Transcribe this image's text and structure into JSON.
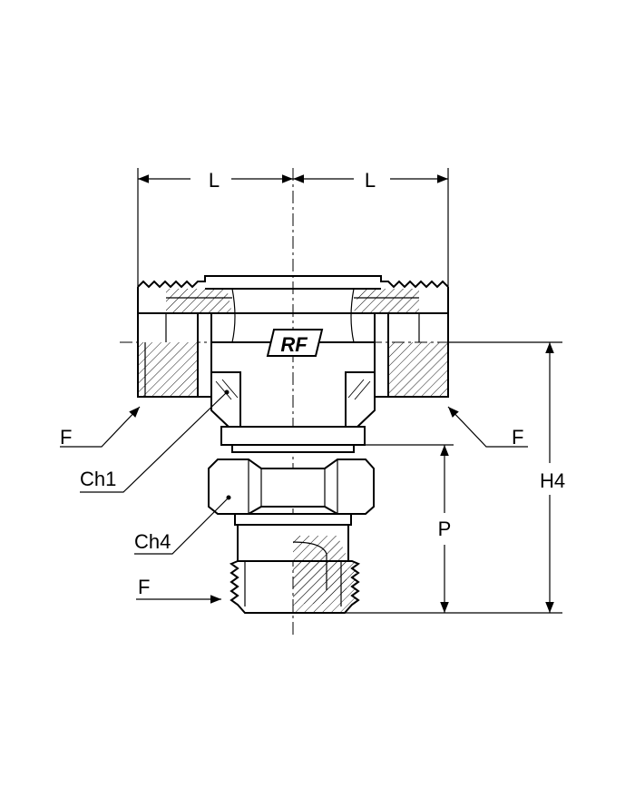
{
  "drawing": {
    "logo_text": "RF",
    "dimensions": {
      "length_left": "L",
      "length_right": "L",
      "height": "H4",
      "stud_length": "P"
    },
    "callouts": {
      "face_left": "F",
      "face_right": "F",
      "face_bottom": "F",
      "hex_body": "Ch1",
      "hex_nut": "Ch4"
    }
  }
}
